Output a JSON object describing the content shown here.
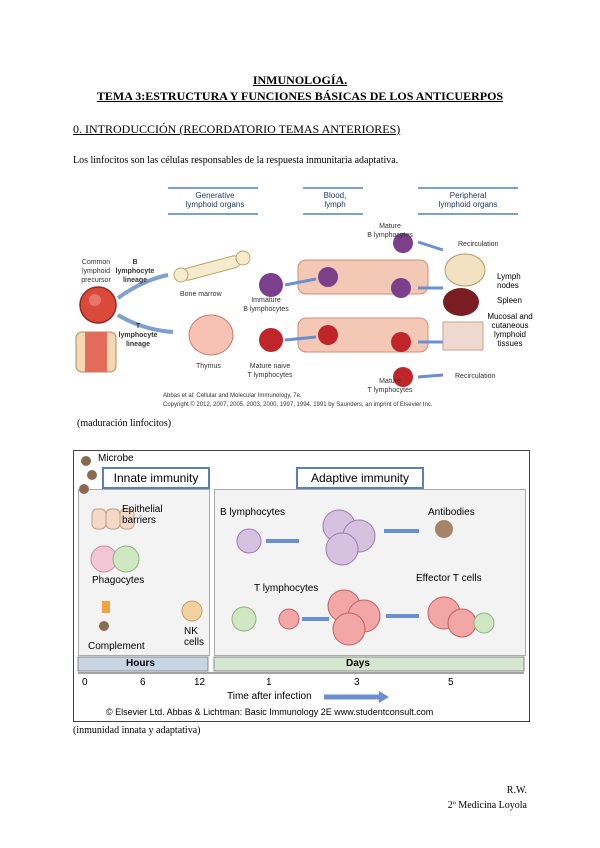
{
  "header": {
    "title_line1": "INMUNOLOGÍA.",
    "title_line2": "TEMA 3:ESTRUCTURA Y FUNCIONES BÁSICAS DE LOS ANTICUERPOS"
  },
  "section": {
    "heading": "0. INTRODUCCIÓN (RECORDATORIO TEMAS ANTERIORES)"
  },
  "intro": {
    "text": "Los linfocitos son las células responsables de la respuesta inmunitaria adaptativa."
  },
  "figure1": {
    "col_generative": "Generative\nlymphoid organs",
    "col_blood": "Blood,\nlymph",
    "col_peripheral": "Peripheral\nlymphoid organs",
    "common_precursor": "Common\nlymphoid\nprecursor",
    "b_lineage": "B\nlymphocyte\nlineage",
    "t_lineage": "T\nlymphocyte\nlineage",
    "bone_marrow": "Bone marrow",
    "thymus": "Thymus",
    "immature_b": "Immature\nB lymphocytes",
    "mature_naive_t": "Mature naive\nT lymphocytes",
    "mature_b": "Mature\nB lymphocytes",
    "mature_t": "Mature\nT lymphocytes",
    "recirculation_top": "Recirculation",
    "recirculation_bottom": "Recirculation",
    "lymph_nodes": "Lymph\nnodes",
    "spleen": "Spleen",
    "mucosal": "Mucosal and\ncutaneous\nlymphoid\ntissues",
    "credit1": "Abbas et al: Cellular and Molecular Immunology, 7e.",
    "credit2": "Copyright © 2012, 2007, 2005, 2003, 2000, 1997, 1994, 1991 by Saunders, an imprint of Elsevier Inc.",
    "caption": "(maduración linfocitos)"
  },
  "figure2": {
    "microbe": "Microbe",
    "innate_title": "Innate immunity",
    "adaptive_title": "Adaptive immunity",
    "epithelial": "Epithelial\nbarriers",
    "phagocytes": "Phagocytes",
    "complement": "Complement",
    "nk_cells": "NK\ncells",
    "b_lymphocytes": "B lymphocytes",
    "t_lymphocytes": "T lymphocytes",
    "antibodies": "Antibodies",
    "effector_t": "Effector T cells",
    "hours": "Hours",
    "days": "Days",
    "ticks_hours": [
      "0",
      "6",
      "12"
    ],
    "ticks_days": [
      "1",
      "3",
      "5"
    ],
    "time_after": "Time after infection",
    "credit": "© Elsevier Ltd. Abbas & Lichtman: Basic Immunology 2E www.studentconsult.com",
    "caption": "(inmunidad innata y adaptativa)"
  },
  "footer": {
    "author": "R.W.",
    "course": "2º Medicina Loyola"
  },
  "colors": {
    "b_cell": "#7b3f8c",
    "t_cell": "#c0252a",
    "box_blue": "#5b7fb6",
    "arrow": "#6b8fcf"
  }
}
